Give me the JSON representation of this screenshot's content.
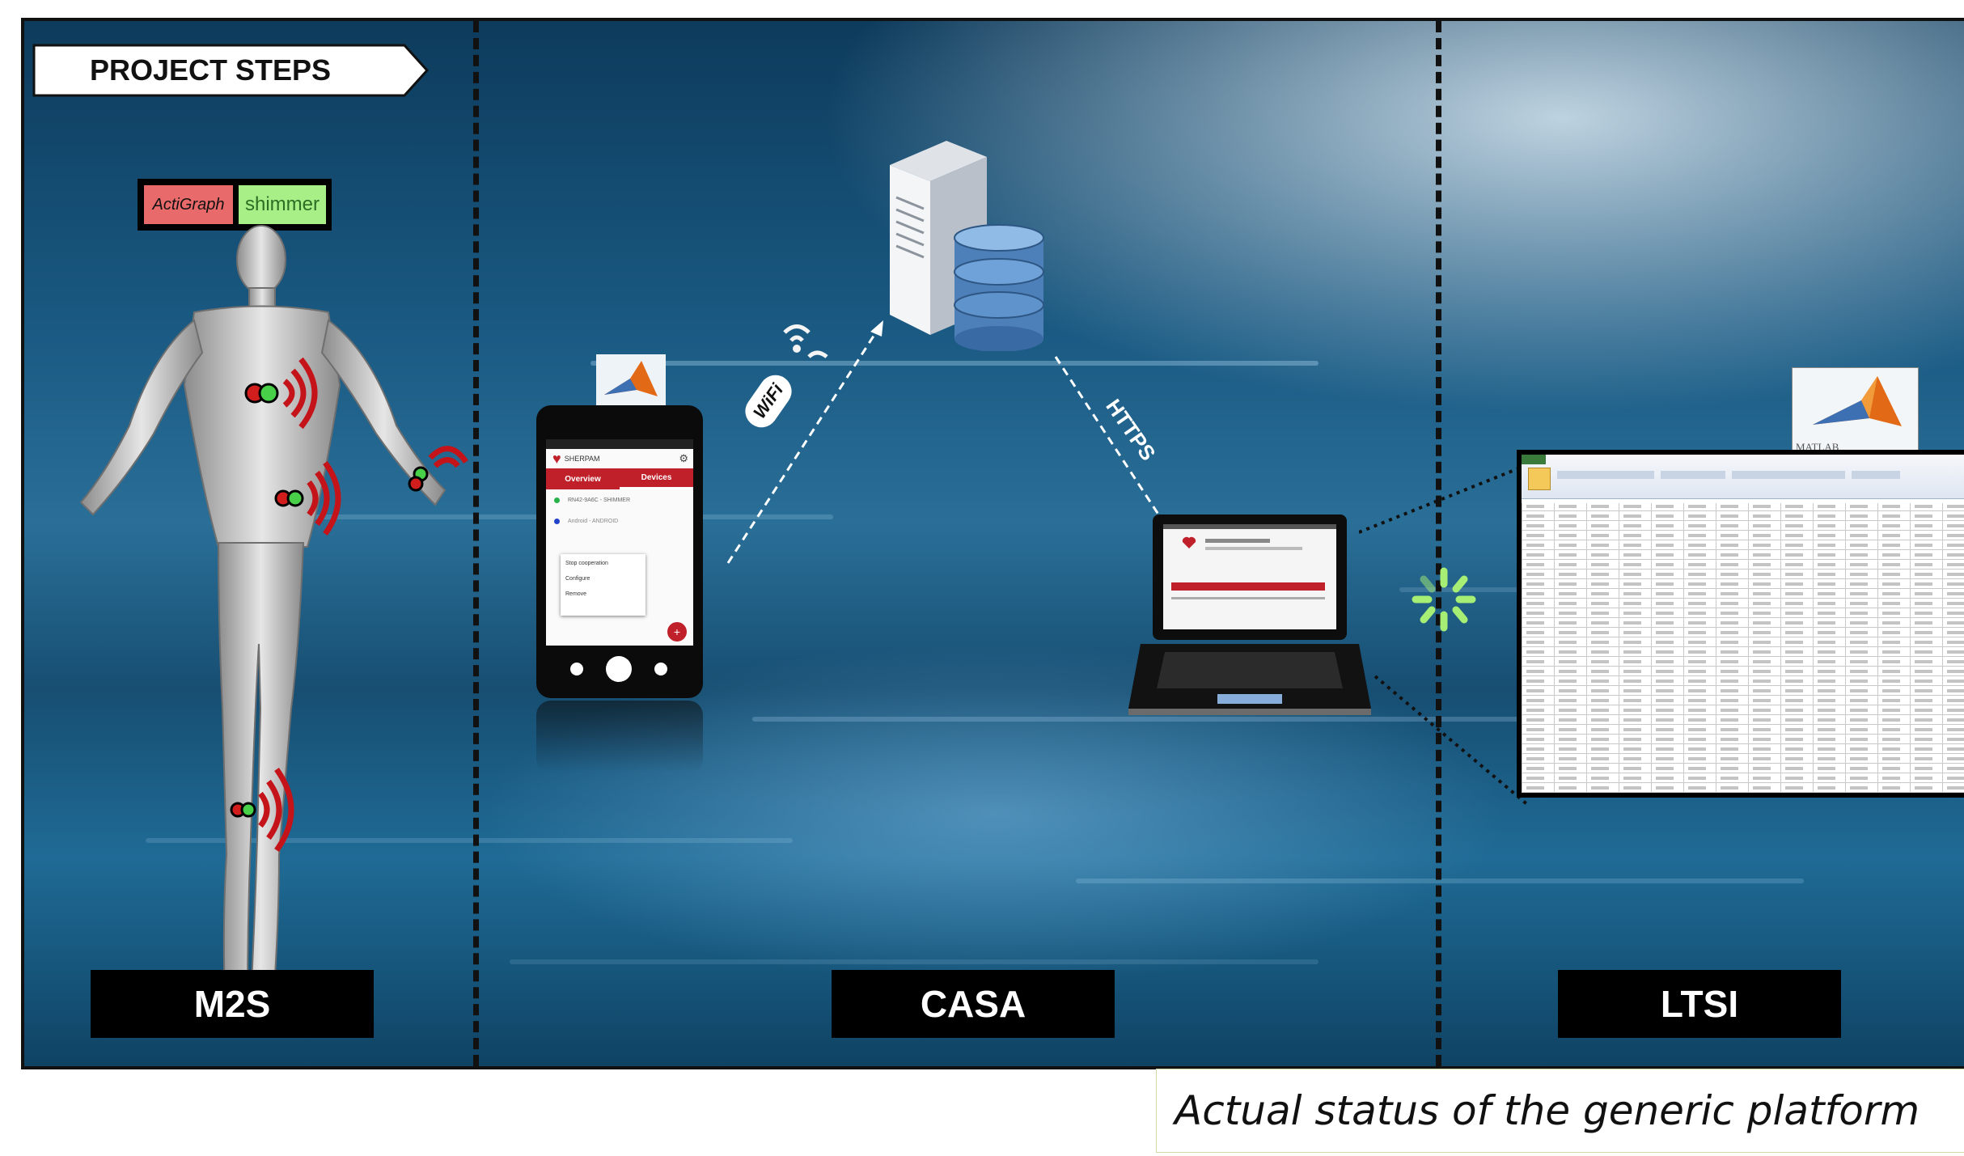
{
  "header": {
    "project_steps": "PROJECT STEPS"
  },
  "brands": {
    "actigraph": "ActiGraph",
    "shimmer": "shimmer",
    "matlab": "MATLAB"
  },
  "links": {
    "wifi": "WiFi",
    "https": "HTTPS"
  },
  "phone": {
    "app_name": "SHERPAM",
    "tab_overview": "Overview",
    "tab_devices": "Devices",
    "device_1": "RN42-9A6C - SHIMMER",
    "device_2": "Android - ANDROID",
    "menu": [
      "Stop cooperation",
      "Configure",
      "Remove"
    ]
  },
  "sites": {
    "m2s": "M2S",
    "casa": "CASA",
    "ltsi": "LTSI"
  },
  "caption": "Actual status of the generic platform",
  "colors": {
    "accent_red": "#c0202a",
    "label_bg": "#000000",
    "sensor_green": "#9be36f",
    "sensor_red": "#e65b5b"
  }
}
